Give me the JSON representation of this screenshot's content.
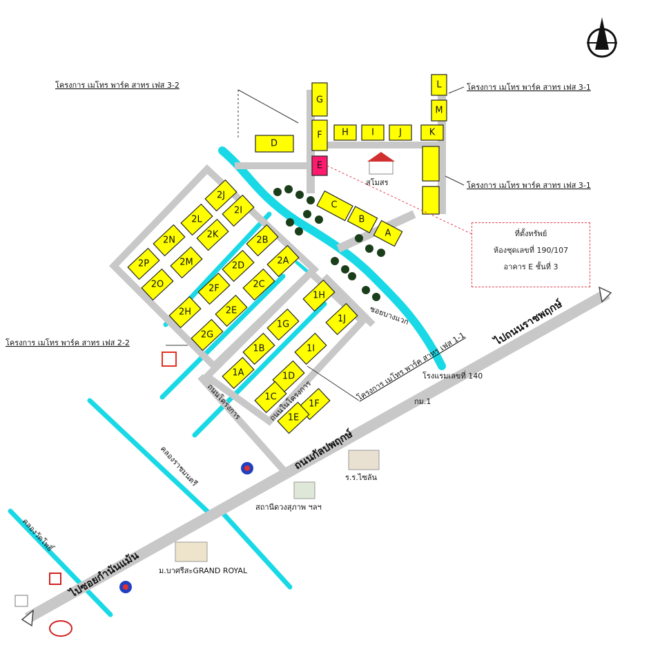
{
  "labels": {
    "project_phase_3_2": "โครงการ เมโทร พาร์ค สาทร เฟส 3-2",
    "project_phase_3_1_top": "โครงการ เมโทร พาร์ค สาทร เฟส 3-1",
    "project_phase_3_1_mid": "โครงการ เมโทร พาร์ค สาทร เฟส 3-1",
    "project_phase_2_2": "โครงการ เมโทร พาร์ค สาทร เฟส 2-2",
    "project_phase_1_1": "โครงการ เมโทร พาร์ค สาทร เฟส 1-1",
    "clubhouse": "สโมสร",
    "info_line_1": "ที่ตั้งทรัพย์",
    "info_line_2": "ห้องชุดเลขที่ 190/107",
    "info_line_3": "อาคาร E ชั้นที่ 3",
    "school": "ร.ร.ไซลัน",
    "hospital": "ม.บาศรีสะGRAND ROYAL",
    "condo_building": "สถานีดวงสุภาพ ฯลฯ",
    "bridge_no": "โรงแรมเลขที่ 140",
    "road_to_kanchana": "ไปถนนราชพฤกษ์",
    "road_ratchaphruek": "ถนนกัลปพฤกษ์",
    "road_to_bang_bon": "ไปซอยกำนันแม้น",
    "soi_main": "ถนนโครงการ",
    "canal_1": "คลองราชมนตรี",
    "canal_2": "คลองวัดโพธิ์",
    "road_small_1": "ซอยบางแวก",
    "road_small_2": "ถนนในโครงการ",
    "km_marker": "กม.1"
  },
  "blocks": [
    {
      "id": "D",
      "label": "D"
    },
    {
      "id": "G",
      "label": "G"
    },
    {
      "id": "F",
      "label": "F"
    },
    {
      "id": "E",
      "label": "E"
    },
    {
      "id": "H",
      "label": "H"
    },
    {
      "id": "I",
      "label": "I"
    },
    {
      "id": "J",
      "label": "J"
    },
    {
      "id": "K",
      "label": "K"
    },
    {
      "id": "L",
      "label": "L"
    },
    {
      "id": "M",
      "label": "M"
    },
    {
      "id": "C",
      "label": "C"
    },
    {
      "id": "B",
      "label": "B"
    },
    {
      "id": "A",
      "label": "A"
    },
    {
      "id": "2J",
      "label": "2J"
    },
    {
      "id": "2L",
      "label": "2L"
    },
    {
      "id": "2I",
      "label": "2I"
    },
    {
      "id": "2N",
      "label": "2N"
    },
    {
      "id": "2K",
      "label": "2K"
    },
    {
      "id": "2B",
      "label": "2B"
    },
    {
      "id": "2P",
      "label": "2P"
    },
    {
      "id": "2M",
      "label": "2M"
    },
    {
      "id": "2D",
      "label": "2D"
    },
    {
      "id": "2A",
      "label": "2A"
    },
    {
      "id": "2O",
      "label": "2O"
    },
    {
      "id": "2F",
      "label": "2F"
    },
    {
      "id": "2C",
      "label": "2C"
    },
    {
      "id": "2H",
      "label": "2H"
    },
    {
      "id": "2E",
      "label": "2E"
    },
    {
      "id": "2G",
      "label": "2G"
    },
    {
      "id": "1H",
      "label": "1H"
    },
    {
      "id": "1G",
      "label": "1G"
    },
    {
      "id": "1J",
      "label": "1J"
    },
    {
      "id": "1B",
      "label": "1B"
    },
    {
      "id": "1I",
      "label": "1I"
    },
    {
      "id": "1A",
      "label": "1A"
    },
    {
      "id": "1D",
      "label": "1D"
    },
    {
      "id": "1C",
      "label": "1C"
    },
    {
      "id": "1F",
      "label": "1F"
    },
    {
      "id": "1E",
      "label": "1E"
    }
  ],
  "colors": {
    "block": "#ffff00",
    "highlight": "#ff1a6e",
    "water": "#19d9e6",
    "road": "#c8c8c8"
  }
}
